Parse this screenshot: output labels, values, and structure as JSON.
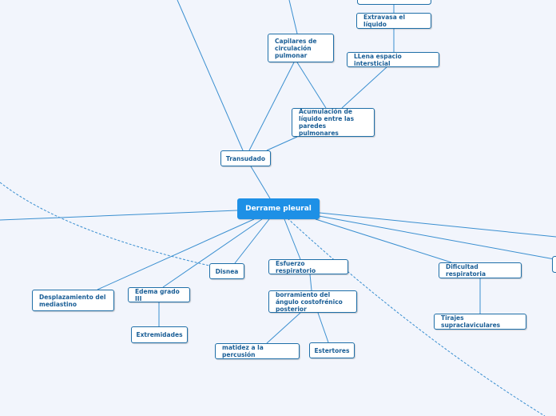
{
  "map": {
    "central": "Derrame pleural",
    "nodes": {
      "transudado": "Transudado",
      "capilares": "Capilares de circulación pulmonar",
      "acumulacion": "Acumulación de líquido entre las paredes pulmonares",
      "llena": "LLena espacio intersticial",
      "extravasa": "Extravasa el líquido",
      "disnea": "Disnea",
      "esfuerzo": "Esfuerzo respiratorio",
      "borramiento": "borramiento del ángulo costofrénico posterior",
      "matidez": "matidez a la percusión",
      "estertores": "Estertores",
      "desplazamiento": "Desplazamiento del mediastino",
      "edema": "Edema grado III",
      "extremidades": "Extremidades",
      "dificultad": "Dificultad respiratoria",
      "tirajes": "Tirajes supraclaviculares"
    }
  },
  "colors": {
    "background": "#f2f5fc",
    "central_fill": "#1e90e6",
    "node_border": "#1f6fa8",
    "node_text": "#1a5e96",
    "link": "#3a8fd0"
  }
}
